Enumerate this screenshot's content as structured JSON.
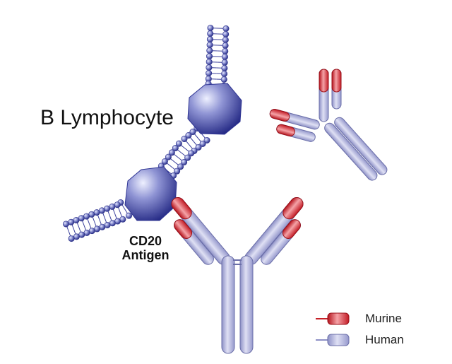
{
  "diagram": {
    "cell_label": "B Lymphocyte",
    "antigen_label_line1": "CD20",
    "antigen_label_line2": "Antigen",
    "legend": [
      {
        "label": "Murine",
        "color": "#d8262f"
      },
      {
        "label": "Human",
        "color": "#a9abd6"
      }
    ],
    "colors": {
      "lipid_bead": "#3a3f9a",
      "protein": "#2f3593",
      "antibody_human": "#a9abd6",
      "antibody_murine": "#d8262f"
    }
  }
}
